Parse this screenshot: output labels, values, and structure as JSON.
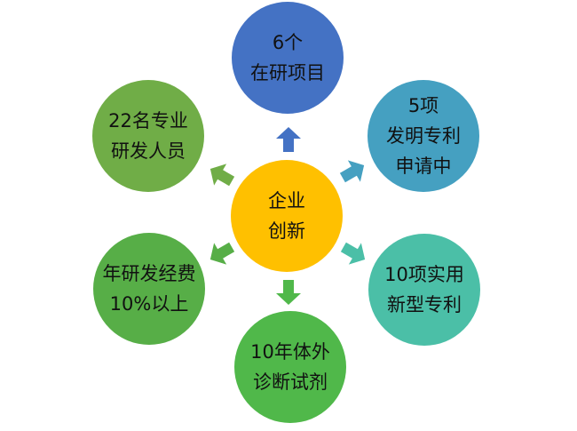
{
  "center": {
    "lines": [
      "企业",
      "创新"
    ],
    "color": "#FFC000"
  },
  "nodes": [
    {
      "id": "top",
      "lines": [
        "6个",
        "在研项目"
      ],
      "color": "#4472C4"
    },
    {
      "id": "upper-right",
      "lines": [
        "5项",
        "发明专利",
        "申请中"
      ],
      "color": "#45A0C1"
    },
    {
      "id": "lower-right",
      "lines": [
        "10项实用",
        "新型专利"
      ],
      "color": "#4BBFA7"
    },
    {
      "id": "bottom",
      "lines": [
        "10年体外",
        "诊断试剂"
      ],
      "color": "#50B84A"
    },
    {
      "id": "lower-left",
      "lines": [
        "年研发经费",
        "10%以上"
      ],
      "color": "#57AE47"
    },
    {
      "id": "upper-left",
      "lines": [
        "22名专业",
        "研发人员"
      ],
      "color": "#70AD47"
    }
  ],
  "arrow_colors": {
    "top": "#4472C4",
    "upper-right": "#45A0C1",
    "lower-right": "#4BBFA7",
    "bottom": "#50B84A",
    "lower-left": "#57AE47",
    "upper-left": "#70AD47"
  }
}
